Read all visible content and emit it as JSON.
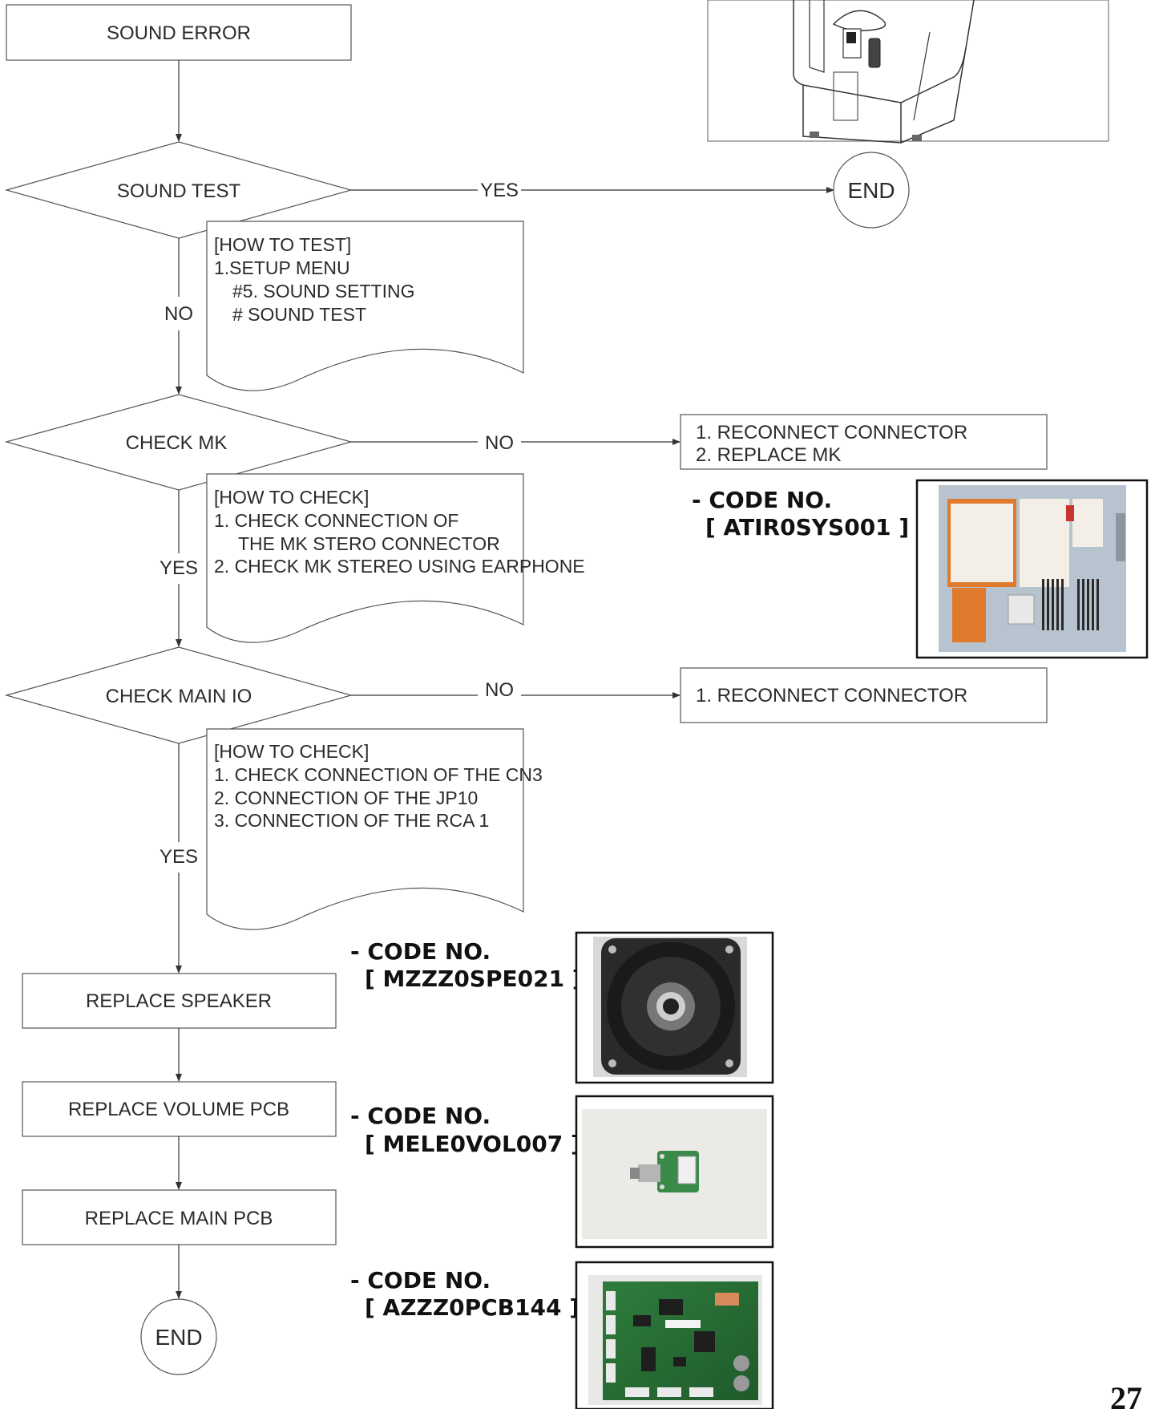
{
  "flowchart": {
    "start": "SOUND ERROR",
    "sound_test": {
      "question": "SOUND TEST",
      "yes_label": "YES",
      "yes_target": "END",
      "no_label": "NO",
      "how_to": [
        "[HOW TO TEST]",
        "1.SETUP MENU",
        "#5. SOUND SETTING",
        "# SOUND TEST"
      ]
    },
    "check_mk": {
      "question": "CHECK MK",
      "no_label": "NO",
      "yes_label": "YES",
      "actions": [
        "1. RECONNECT CONNECTOR",
        "2. REPLACE MK"
      ],
      "how_to": [
        "[HOW TO CHECK]",
        "1. CHECK CONNECTION OF",
        "THE MK STERO CONNECTOR",
        "2. CHECK MK STEREO USING EARPHONE"
      ],
      "code_label": "- CODE NO.",
      "code": "[ ATIR0SYS001 ]"
    },
    "check_main_io": {
      "question": "CHECK MAIN IO",
      "no_label": "NO",
      "yes_label": "YES",
      "actions": [
        "1. RECONNECT CONNECTOR"
      ],
      "how_to": [
        "[HOW TO CHECK]",
        "1. CHECK CONNECTION OF THE CN3",
        "2. CONNECTION OF THE JP10",
        "3. CONNECTION OF THE RCA 1"
      ]
    },
    "steps": [
      {
        "label": "REPLACE SPEAKER",
        "code_label": "- CODE NO.",
        "code": "[ MZZZ0SPE021 ]"
      },
      {
        "label": "REPLACE VOLUME PCB",
        "code_label": "- CODE NO.",
        "code": "[ MELE0VOL007 ]"
      },
      {
        "label": "REPLACE MAIN PCB",
        "code_label": "- CODE NO.",
        "code": "[ AZZZ0PCB144 ]"
      }
    ],
    "end": "END"
  },
  "page_number": "27"
}
